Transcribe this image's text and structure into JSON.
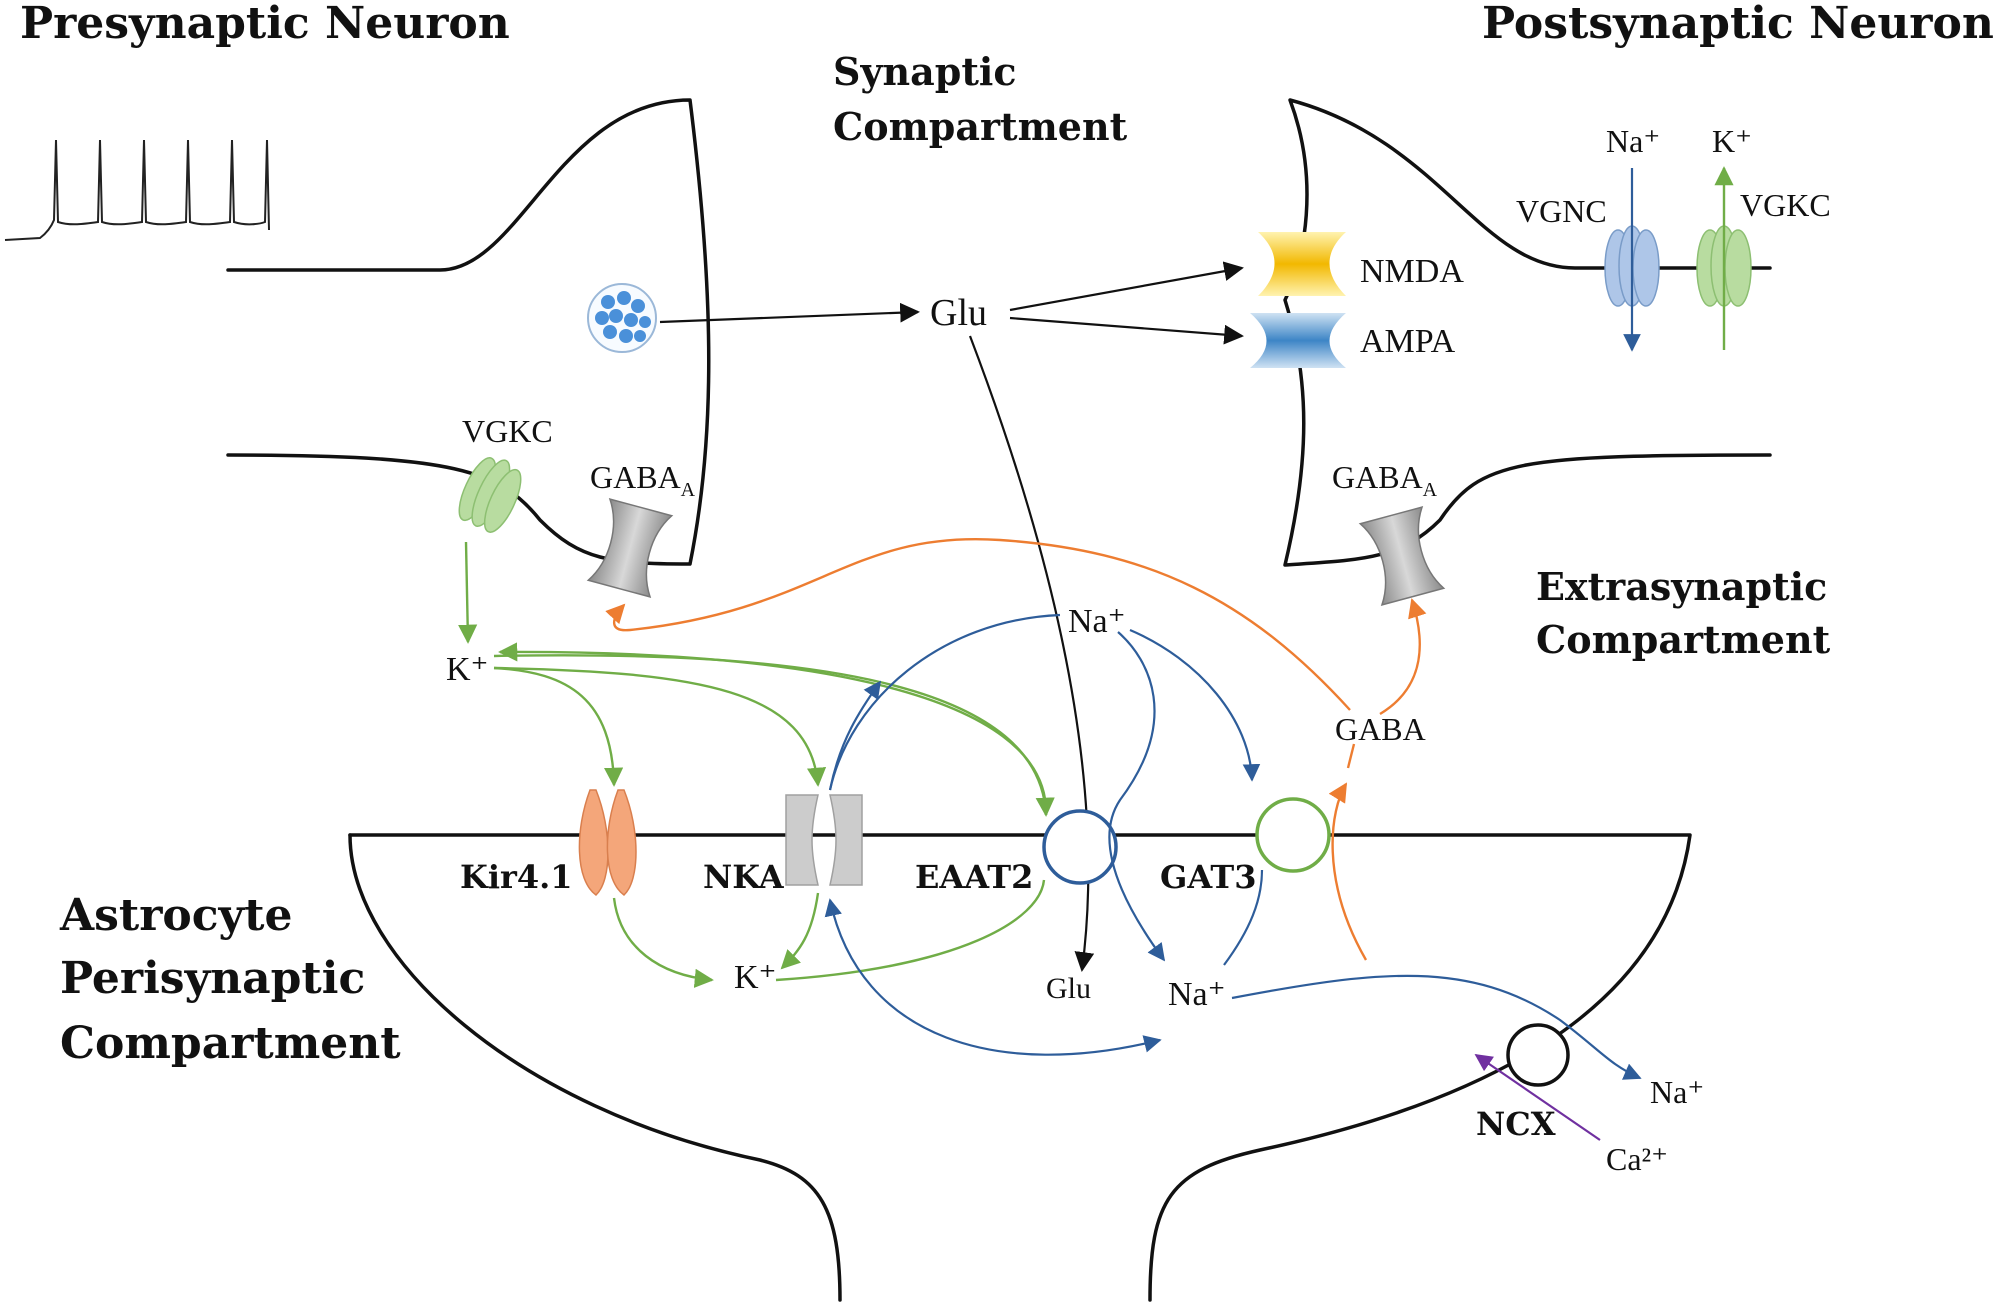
{
  "titles": {
    "presynaptic": "Presynaptic Neuron",
    "postsynaptic": "Postsynaptic Neuron",
    "synaptic_line1": "Synaptic",
    "synaptic_line2": "Compartment",
    "extrasynaptic_line1": "Extrasynaptic",
    "extrasynaptic_line2": "Compartment",
    "astrocyte_line1": "Astrocyte",
    "astrocyte_line2": "Perisynaptic",
    "astrocyte_line3": "Compartment"
  },
  "receptors": {
    "nmda": "NMDA",
    "ampa": "AMPA",
    "vgnc": "VGNC",
    "vgkc_post": "VGKC",
    "vgkc_pre": "VGKC",
    "gaba_a": "GABA",
    "gaba_a_sub": "A"
  },
  "transporters": {
    "kir": "Kir4.1",
    "nka": "NKA",
    "eaat2": "EAAT2",
    "gat3": "GAT3",
    "ncx": "NCX"
  },
  "ions": {
    "na": "Na⁺",
    "k": "K⁺",
    "ca": "Ca²⁺",
    "glu": "Glu",
    "gaba": "GABA"
  },
  "colors": {
    "potassium": "#70ad47",
    "sodium": "#2e5d9a",
    "gaba": "#ed7d31",
    "calcium": "#7030a0",
    "nmda": "#f5c518",
    "ampa": "#5b9bd5",
    "kir": "#f4a67a",
    "nka": "#c8c8c8",
    "vgnc": "#aec6e8",
    "vgkc": "#b8dca0"
  }
}
